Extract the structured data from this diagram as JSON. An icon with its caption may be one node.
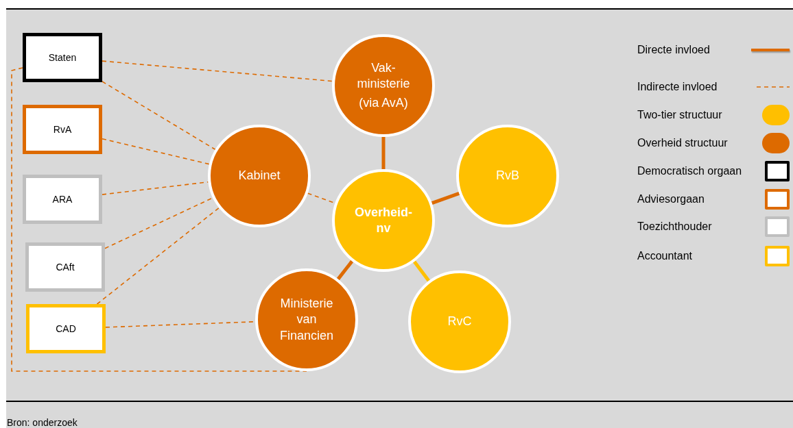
{
  "diagram": {
    "nodes": [
      {
        "text": [
          "Staten"
        ]
      },
      {
        "text": [
          "RvA"
        ]
      },
      {
        "text": [
          "ARA"
        ]
      },
      {
        "text": [
          "CAft"
        ]
      },
      {
        "text": [
          "CAD"
        ]
      },
      {
        "text": [
          "Vak-ministerie",
          "(via AvA)"
        ]
      },
      {
        "text": [
          "Kabinet"
        ]
      },
      {
        "text": [
          "RvB"
        ]
      },
      {
        "text": [
          "Overheid-nv"
        ]
      },
      {
        "text": [
          "Ministerie van Financien"
        ]
      },
      {
        "text": [
          "RvC"
        ]
      }
    ],
    "edges": [
      {
        "from": 0,
        "to": 5,
        "arrow": "none",
        "style": "dashed"
      },
      {
        "from": 0,
        "to": 6,
        "arrow": "none",
        "style": "dashed"
      },
      {
        "from": 1,
        "to": 6,
        "arrow": "none",
        "style": "dashed"
      },
      {
        "from": 2,
        "to": 6,
        "arrow": "none",
        "style": "dashed"
      },
      {
        "from": 3,
        "to": 6,
        "arrow": "none",
        "style": "dashed"
      },
      {
        "from": 4,
        "to": 6,
        "arrow": "none",
        "style": "dashed"
      },
      {
        "from": 4,
        "to": 9,
        "arrow": "none",
        "style": "dashed"
      },
      {
        "from": 6,
        "to": 8,
        "arrow": "none",
        "style": "dashed"
      },
      {
        "from": 0,
        "to": 9,
        "arrow": "none",
        "style": "dashed"
      },
      {
        "from": 5,
        "to": 8,
        "arrow": "none",
        "style": "thick"
      },
      {
        "from": 8,
        "to": 7,
        "arrow": "none",
        "style": "thick"
      },
      {
        "from": 8,
        "to": 9,
        "arrow": "none",
        "style": "thick"
      },
      {
        "from": 8,
        "to": 10,
        "arrow": "none",
        "style": "thick",
        "color": "#ffc000"
      }
    ],
    "labels": [
      "Bron: onderzoek"
    ],
    "legend": [
      {
        "text": "Directe invloed"
      },
      {
        "text": "Indirecte invloed"
      },
      {
        "text": "Two-tier structuur",
        "color": "#ffbf00"
      },
      {
        "text": "Overheid structuur",
        "color": "#dd6a00"
      },
      {
        "text": "Democratisch orgaan"
      },
      {
        "text": "Adviesorgaan"
      },
      {
        "text": "Toezichthouder"
      },
      {
        "text": "Accountant"
      }
    ]
  }
}
